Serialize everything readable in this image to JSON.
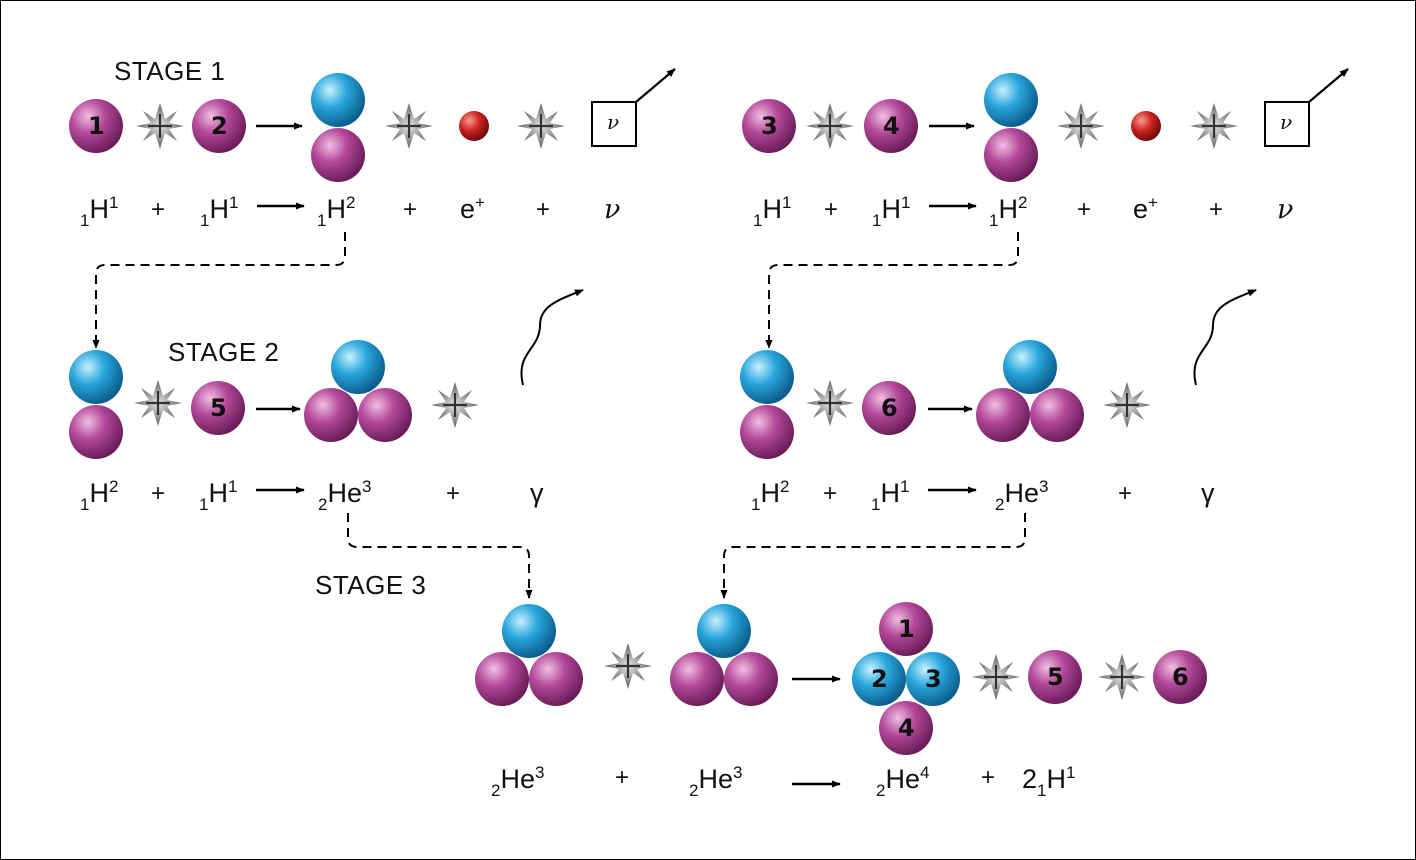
{
  "stages": {
    "s1": "STAGE 1",
    "s2": "STAGE 2",
    "s3": "STAGE 3"
  },
  "numbers": {
    "n1": "1",
    "n2": "2",
    "n3": "3",
    "n4": "4",
    "n5": "5",
    "n6": "6"
  },
  "symbols": {
    "H": "H",
    "He": "He",
    "e": "e",
    "eplus": "+",
    "nu": "ν",
    "gamma": "γ",
    "plus": "+",
    "coef": "2"
  },
  "indices": {
    "one": "1",
    "two": "2",
    "three": "3",
    "four": "4"
  },
  "colors": {
    "proton": "#b4499a",
    "neutron": "#29a6dc",
    "positron": "#cc2222",
    "spark": "#8a8a8a"
  }
}
